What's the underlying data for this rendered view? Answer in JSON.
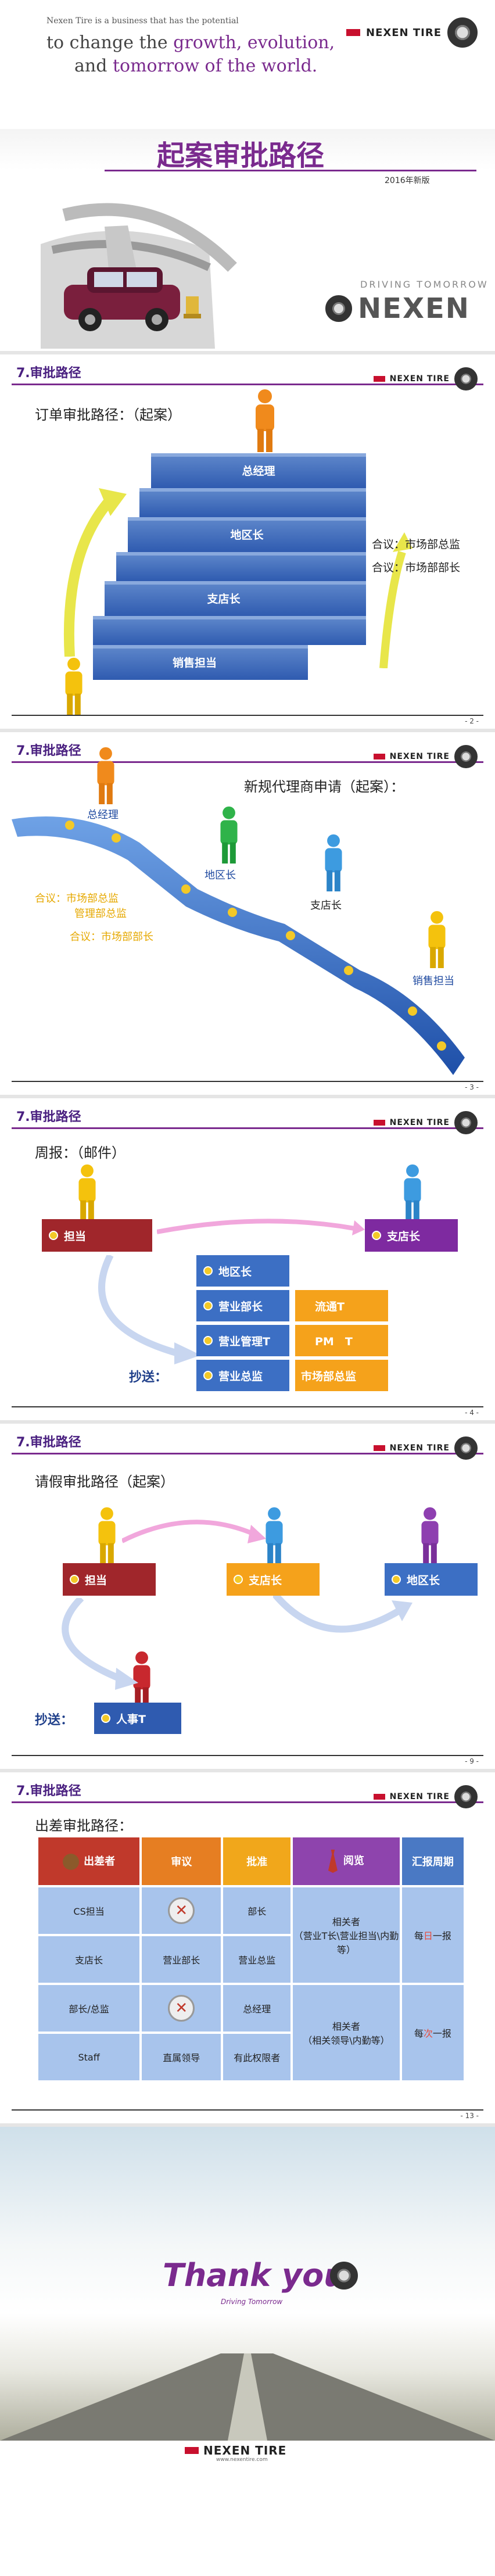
{
  "cover": {
    "tagline_1": "Nexen Tire is a business that has the potential",
    "tagline_2_prefix": "to change the ",
    "tagline_2_highlight": "growth, evolution,",
    "tagline_3_prefix": "and ",
    "tagline_3_highlight": "tomorrow of the world.",
    "title": "起案审批路径",
    "edition": "2016年新版",
    "slogan": "DRIVING TOMORROW",
    "brand": "NEXEN"
  },
  "common": {
    "section_title": "7.审批路径",
    "brand_small": "NEXEN TIRE"
  },
  "slide2": {
    "heading": "订单审批路径：（起案）",
    "steps": [
      "总经理",
      "地区长",
      "支店长",
      "销售担当"
    ],
    "notes": [
      "合议：市场部总监",
      "合议：市场部部长"
    ],
    "page": "- 2 -"
  },
  "slide3": {
    "heading": "新规代理商申请（起案）：",
    "labels": [
      "总经理",
      "地区长",
      "支店长",
      "销售担当"
    ],
    "notes": [
      "合议：市场部总监",
      "管理部总监",
      "合议：市场部部长"
    ],
    "page": "- 3 -"
  },
  "slide4": {
    "heading": "周报：（邮件）",
    "from": "担当",
    "to": "支店长",
    "cc_label": "抄送：",
    "cc": [
      "地区长",
      "营业部长",
      "营业管理T",
      "营业总监"
    ],
    "cc_right": [
      "流通T",
      "PM　T",
      "市场部总监"
    ],
    "page": "- 4 -"
  },
  "slide5": {
    "heading": "请假审批路径（起案）",
    "flow": [
      "担当",
      "支店长",
      "地区长"
    ],
    "cc_label": "抄送：",
    "cc": "人事T",
    "page": "- 9 -"
  },
  "slide6": {
    "heading": "出差审批路径：",
    "headers": [
      "出差者",
      "审议",
      "批准",
      "阅览",
      "汇报周期"
    ],
    "header_colors": [
      "#c0392b",
      "#e67e22",
      "#f1a71b",
      "#8e44ad",
      "#4a79c4"
    ],
    "rows": [
      [
        "CS担当",
        "✕",
        "部长"
      ],
      [
        "支店长",
        "营业部长",
        "营业总监"
      ],
      [
        "部长/总监",
        "✕",
        "总经理"
      ],
      [
        "Staff",
        "直属领导",
        "有此权限者"
      ]
    ],
    "viewer_1": "相关者\n（营业T长\\营业担当\\内勤等）",
    "viewer_2": "相关者\n（相关领导\\内勤等）",
    "period_1_prefix": "每",
    "period_1_highlight": "日",
    "period_1_suffix": "一报",
    "period_2_prefix": "每",
    "period_2_highlight": "次",
    "period_2_suffix": "一报",
    "page": "- 13 -"
  },
  "thanks": {
    "text": "Thank you",
    "sub": "Driving Tomorrow",
    "brand": "NEXEN TIRE",
    "url": "www.nexentire.com"
  }
}
